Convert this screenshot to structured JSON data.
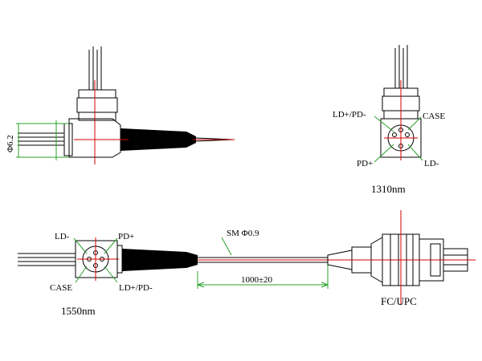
{
  "labels": {
    "dia": "Φ6.2",
    "tr_ld_pd_minus": "LD+/PD-",
    "tr_case": "CASE",
    "tr_pd_plus": "PD+",
    "tr_ld_minus": "LD-",
    "tr_wavelength": "1310nm",
    "bl_ld_minus": "LD-",
    "bl_pd_plus": "PD+",
    "bl_case": "CASE",
    "bl_ld_plus_pd_minus": "LD+/PD-",
    "bl_wavelength": "1550nm",
    "fiber": "SM Φ0.9",
    "length": "1000±20",
    "connector": "FC/UPC"
  },
  "colors": {
    "center_line": "#d40000",
    "dimension": "#2aa02a",
    "outline": "#000000"
  }
}
